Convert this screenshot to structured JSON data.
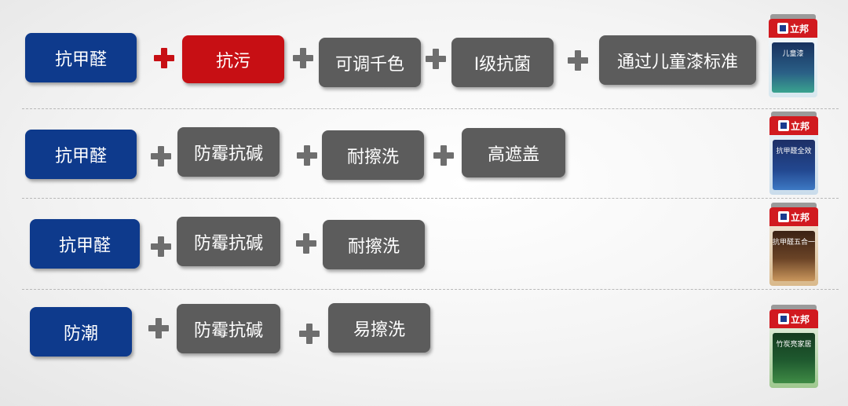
{
  "rows": [
    {
      "base": "抗甲醛",
      "features": [
        "抗污",
        "可调千色",
        "I级抗菌",
        "通过儿童漆标准"
      ],
      "can": {
        "brand": "立邦",
        "product": "儿童漆"
      }
    },
    {
      "base": "抗甲醛",
      "features": [
        "防霉抗碱",
        "耐擦洗",
        "高遮盖"
      ],
      "can": {
        "brand": "立邦",
        "product": "抗甲醛全效"
      }
    },
    {
      "base": "抗甲醛",
      "features": [
        "防霉抗碱",
        "耐擦洗"
      ],
      "can": {
        "brand": "立邦",
        "product": "抗甲醛五合一"
      }
    },
    {
      "base": "防潮",
      "features": [
        "防霉抗碱",
        "易擦洗"
      ],
      "can": {
        "brand": "立邦",
        "product": "竹炭亮家居"
      }
    }
  ],
  "colors": {
    "base_pill": "#0e3a8c",
    "highlight_pill": "#c70f14",
    "feature_pill": "#5c5c5c",
    "plus": "#6e6e6e",
    "brand_red": "#d11a1f"
  },
  "icons": {
    "plus": "plus-icon",
    "product": "paint-can-icon"
  }
}
